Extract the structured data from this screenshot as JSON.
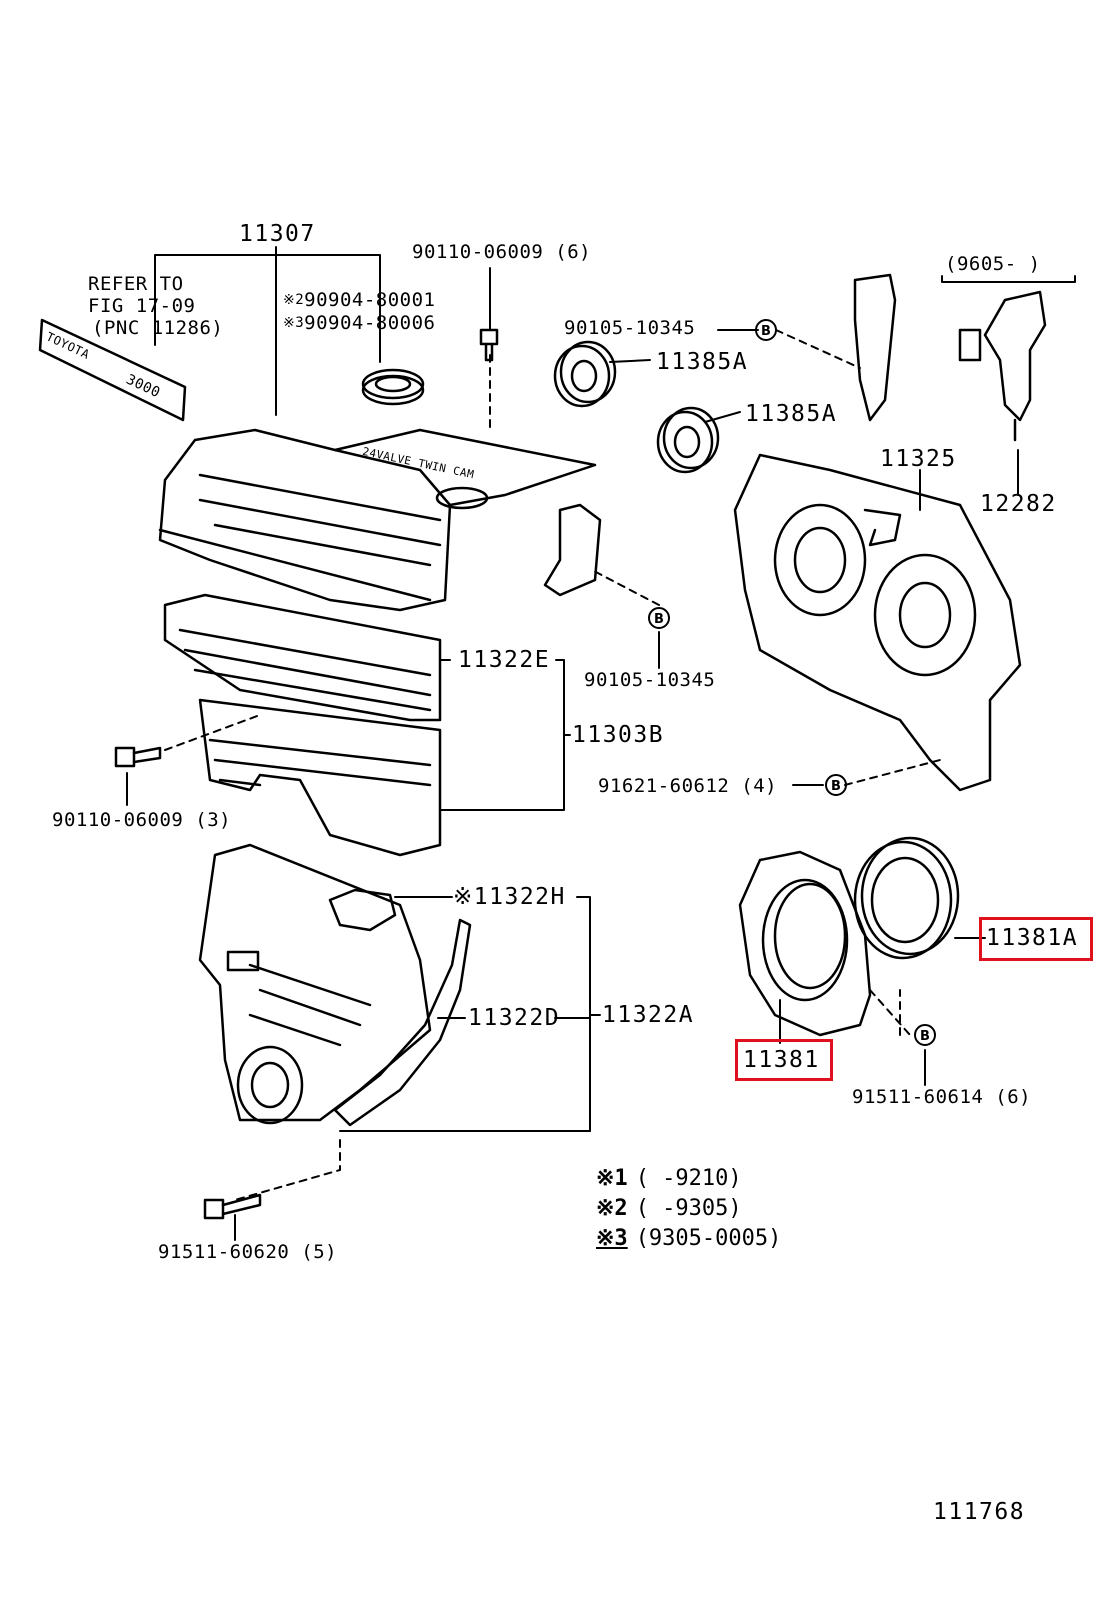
{
  "colors": {
    "highlight": "#e0101c",
    "ink": "#000000",
    "background": "#ffffff"
  },
  "labels": {
    "assy_top": "11307",
    "refer_line1": "REFER TO",
    "refer_line2": "FIG 17-09",
    "refer_line3": "(PNC 11286)",
    "name_plate_brand": "TOYOTA",
    "name_plate_model": "3000",
    "cover_emblem": "24VALVE TWIN CAM",
    "seal_alt1_mark": "※2",
    "seal_alt1": "90904-80001",
    "seal_alt2_mark": "※3",
    "seal_alt2": "90904-80006",
    "bolt_top": "90110-06009 (6)",
    "bolt_1": "90105-10345",
    "bearing_1": "11385A",
    "bearing_2": "11385A",
    "version_bracket": "(9605-              )",
    "part_11325": "11325",
    "part_12282": "12282",
    "cover_11322E": "11322E",
    "bolt_2": "90105-10345",
    "cover_11303B": "11303B",
    "bolt_left": "90110-06009 (3)",
    "bolt_right": "91621-60612 (4)",
    "cover_11322H": "※11322H",
    "cover_11322D": "11322D",
    "cover_11322A": "11322A",
    "seal_11381A": "11381A",
    "retainer_11381": "11381",
    "bolt_retainer": "91511-60614 (6)",
    "bolt_bottom": "91511-60620 (5)",
    "figure_number": "111768"
  },
  "notes": [
    {
      "key": "※1",
      "text": "(        -9210)"
    },
    {
      "key": "※2",
      "text": "(        -9305)"
    },
    {
      "key": "※3",
      "text": "(9305-0005)"
    }
  ],
  "icons": {
    "bolt_callout": "circled-b-icon"
  }
}
